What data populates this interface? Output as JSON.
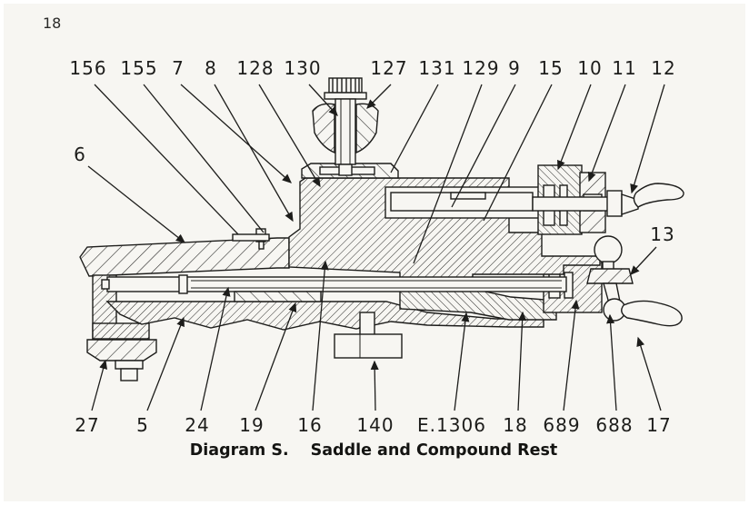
{
  "page": {
    "number": "18"
  },
  "caption": {
    "diagram_label": "Diagram S.",
    "title": "Saddle and Compound Rest"
  },
  "colors": {
    "ink": "#1d1d1b",
    "paper": "#f7f6f2"
  },
  "part_labels": {
    "top": [
      "156",
      "155",
      "7",
      "8",
      "128",
      "130",
      "127",
      "131",
      "129",
      "9",
      "15",
      "10",
      "11",
      "12"
    ],
    "left": [
      "6"
    ],
    "right": [
      "13"
    ],
    "bottom": [
      "27",
      "5",
      "24",
      "19",
      "16",
      "140",
      "E.1306",
      "18",
      "689",
      "688",
      "17"
    ]
  }
}
